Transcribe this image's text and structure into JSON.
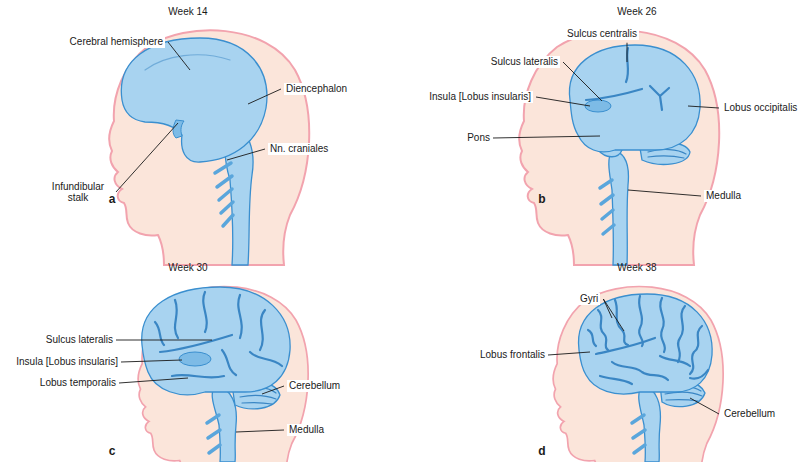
{
  "diagram": {
    "labels": [
      "Week 14",
      "Cerebral hemisphere",
      "Diencephalon",
      "Infundibular stalk",
      "Nn. craniales",
      "a",
      "Week 26",
      "Sulcus centralis",
      "Sulcus lateralis",
      "Insula [Lobus insularis]",
      "Lobus occipitalis",
      "Pons",
      "Medulla",
      "b",
      "Week 30",
      "Sulcus lateralis",
      "Insula [Lobus insularis]",
      "Lobus temporalis",
      "Cerebellum",
      "Medulla",
      "c",
      "Week 38",
      "Gyri",
      "Lobus frontalis",
      "Cerebellum",
      "d"
    ]
  }
}
